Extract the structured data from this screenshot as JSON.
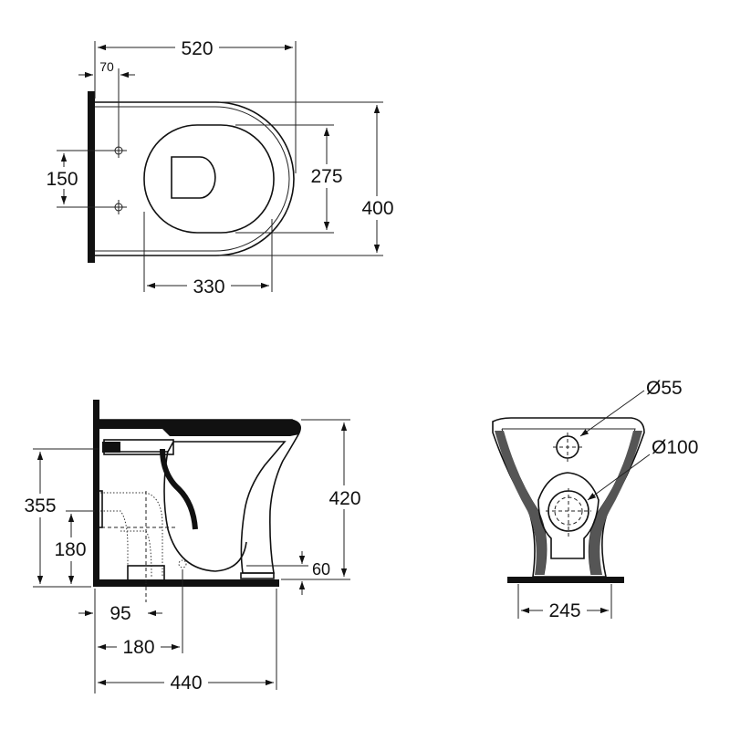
{
  "top_view": {
    "dims": {
      "overall_length": "520",
      "fixing_offset": "70",
      "fixing_spacing": "150",
      "seat_width": "275",
      "overall_width": "400",
      "seat_length": "330"
    }
  },
  "side_view": {
    "dims": {
      "inlet_height": "355",
      "outlet_height": "180",
      "overall_height": "420",
      "foot_height": "60",
      "outlet_offset": "95",
      "fixing_distance": "180",
      "overall_depth": "440"
    }
  },
  "front_view": {
    "dims": {
      "small_hole_diameter": "Ø55",
      "large_hole_diameter": "Ø100",
      "base_width": "245"
    }
  }
}
